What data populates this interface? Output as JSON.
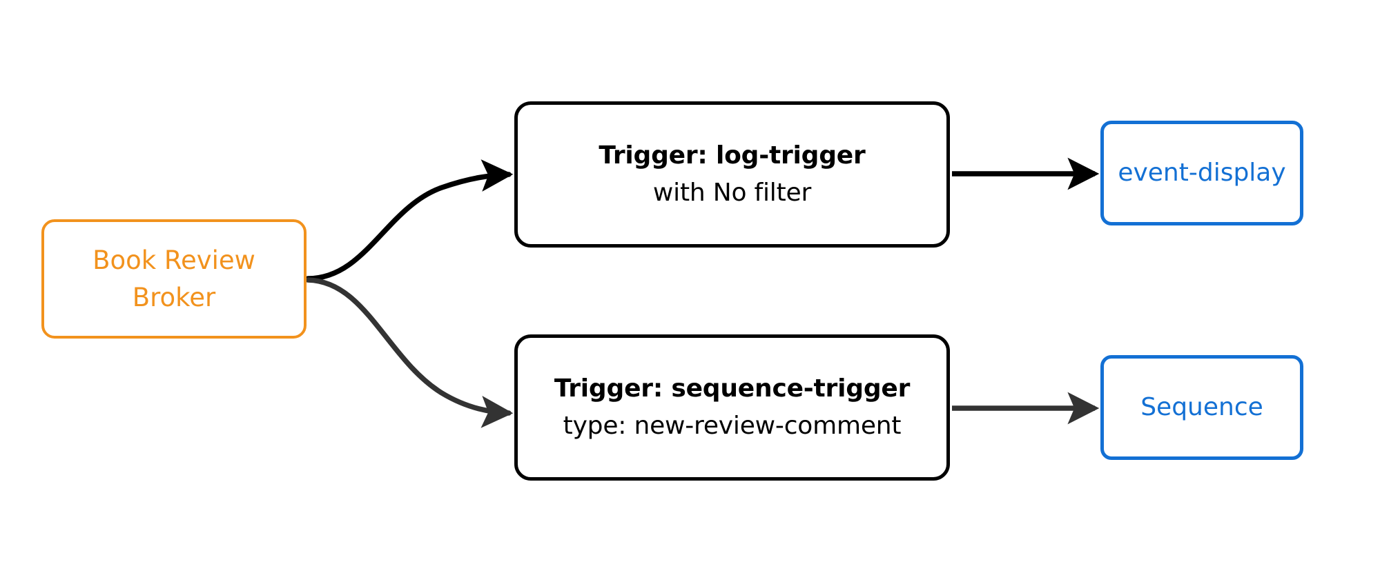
{
  "diagram": {
    "type": "flowchart",
    "direction": "left-to-right",
    "background_color": "#ffffff",
    "palette": {
      "broker_color": "#f2921d",
      "trigger_color": "#000000",
      "sink_color": "#1370d4",
      "edge_primary_color": "#000000",
      "edge_secondary_color": "#333333"
    },
    "nodes": {
      "broker": {
        "id": "book-review-broker",
        "line1": "Book Review",
        "line2": "Broker",
        "shape": "rounded-rectangle",
        "color": "#f2921d"
      },
      "trigger_log": {
        "id": "log-trigger",
        "title": "Trigger: log-trigger",
        "subtitle": "with No filter",
        "shape": "rounded-rectangle",
        "color": "#000000"
      },
      "trigger_sequence": {
        "id": "sequence-trigger",
        "title": "Trigger: sequence-trigger",
        "subtitle": "type: new-review-comment",
        "shape": "rounded-rectangle",
        "color": "#000000"
      },
      "sink_event_display": {
        "id": "event-display",
        "label": "event-display",
        "shape": "rounded-rectangle",
        "color": "#1370d4"
      },
      "sink_sequence": {
        "id": "sequence",
        "label": "Sequence",
        "shape": "rounded-rectangle",
        "color": "#1370d4"
      }
    },
    "edges": [
      {
        "id": "broker-to-log-trigger",
        "from": "book-review-broker",
        "to": "log-trigger",
        "style": "curved",
        "color": "#000000",
        "label": ""
      },
      {
        "id": "broker-to-sequence-trigger",
        "from": "book-review-broker",
        "to": "sequence-trigger",
        "style": "curved",
        "color": "#333333",
        "label": ""
      },
      {
        "id": "log-trigger-to-event-display",
        "from": "log-trigger",
        "to": "event-display",
        "style": "straight",
        "color": "#000000",
        "label": ""
      },
      {
        "id": "sequence-trigger-to-sequence",
        "from": "sequence-trigger",
        "to": "sequence",
        "style": "straight",
        "color": "#333333",
        "label": ""
      }
    ]
  }
}
